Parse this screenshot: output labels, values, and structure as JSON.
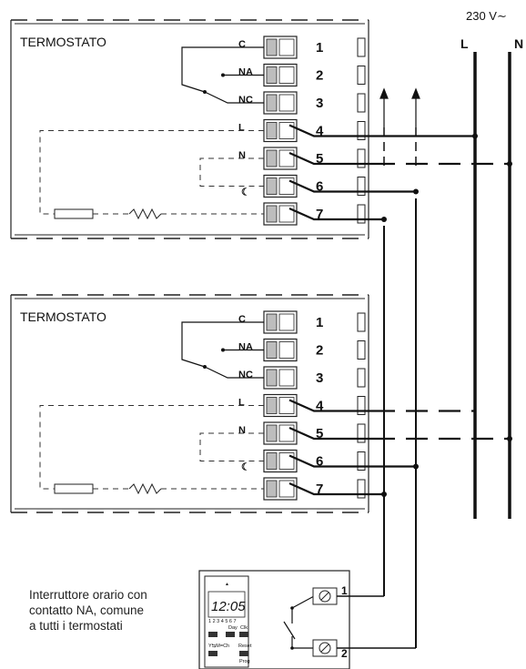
{
  "supply": {
    "voltage_label": "230 V∼",
    "line_label": "L",
    "neutral_label": "N"
  },
  "thermostats": [
    {
      "title": "TERMOSTATO",
      "terminals": [
        {
          "num": "1",
          "label": "C"
        },
        {
          "num": "2",
          "label": "NA"
        },
        {
          "num": "3",
          "label": "NC"
        },
        {
          "num": "4",
          "label": "L"
        },
        {
          "num": "5",
          "label": "N"
        },
        {
          "num": "6",
          "label": "☾"
        },
        {
          "num": "7",
          "label": ""
        }
      ]
    },
    {
      "title": "TERMOSTATO",
      "terminals": [
        {
          "num": "1",
          "label": "C"
        },
        {
          "num": "2",
          "label": "NA"
        },
        {
          "num": "3",
          "label": "NC"
        },
        {
          "num": "4",
          "label": "L"
        },
        {
          "num": "5",
          "label": "N"
        },
        {
          "num": "6",
          "label": "☾"
        },
        {
          "num": "7",
          "label": ""
        }
      ]
    }
  ],
  "timer": {
    "caption_lines": [
      "Interruttore orario con",
      "contatto NA, comune",
      "a tutti i termostati"
    ],
    "display_time": "12:05",
    "display_days": "1 2 3 4 5 6 7",
    "buttons": [
      "Day",
      "Clk",
      "Y⇆M=Ch",
      "Reset",
      "Prog"
    ],
    "terminal_1": "1",
    "terminal_2": "2"
  },
  "colors": {
    "line": "#111111",
    "border": "#222222",
    "terminal_fill": "#bdbdbd"
  }
}
